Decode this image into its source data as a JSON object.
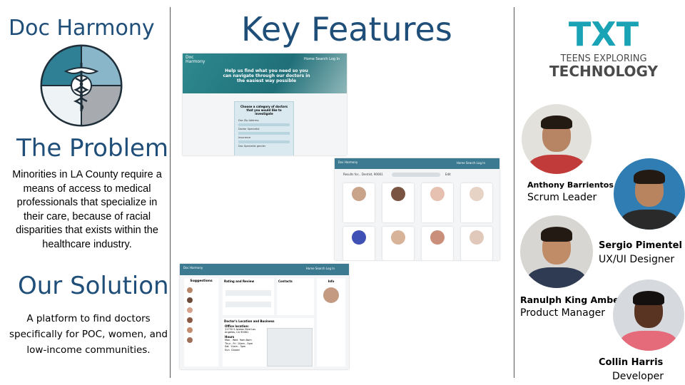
{
  "brand": "Doc Harmony",
  "problem": {
    "heading": "The Problem",
    "text": "Minorities in LA County require a means of access to medical professionals that specialize in their care, because of racial disparities that exists within the healthcare industry."
  },
  "solution": {
    "heading": "Our Solution",
    "text": "A platform to find doctors specifically for POC, women, and low-income communities."
  },
  "features": {
    "heading": "Key Features",
    "shot1": {
      "logo": "Doc Harmony",
      "nav": [
        "Home",
        "Search",
        "Log In"
      ],
      "hero": "Help us find what you need so you can navigate through our doctors in the easiest way possible",
      "panel_title": "Choose a category of doctors that you would like to investigate",
      "options": [
        "Doc Zip Address",
        "Doctor Specialist",
        "Insurance",
        "Doc Specialist gender"
      ]
    },
    "shot2": {
      "logo": "Doc Harmony",
      "nav": [
        "Home",
        "Search",
        "Log In"
      ],
      "results": "Results for... Dentist, 90061",
      "edit": "Edit"
    },
    "shot3": {
      "logo": "Doc Harmony",
      "nav": [
        "Home",
        "Search",
        "Log In"
      ],
      "suggestions": "Suggestions",
      "ratings": "Rating and Review",
      "contacts": "Contacts",
      "info": "Info",
      "location": "Doctor's Location and Business",
      "office": "Office location:",
      "address": "11735 S Avalon Blvd Los Angeles, CA 90061",
      "hours_title": "Hours",
      "hours": "Mon - Wed  9am-6pm\nThur - Fri  10am - 5pm\nSat  11am - 3pm\nSun  Closed"
    }
  },
  "org": {
    "logo_letters": "TXT",
    "line1": "TEENS EXPLORING",
    "line2": "TECHNOLOGY",
    "colors": {
      "teal": "#1aa3b5",
      "gray": "#4a4a4a"
    }
  },
  "team": [
    {
      "name": "Anthony Barrientos",
      "role": "Scrum Leader"
    },
    {
      "name": "Sergio Pimentel",
      "role": "UX/UI Designer"
    },
    {
      "name": "Ranulph King Ambe",
      "role": "Product Manager"
    },
    {
      "name": "Collin Harris",
      "role": "Developer"
    }
  ]
}
